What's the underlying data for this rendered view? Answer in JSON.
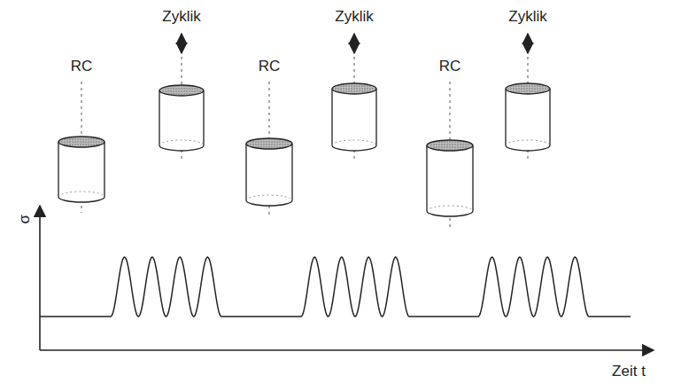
{
  "diagram": {
    "labels": [
      "Zyklik",
      "Zyklik",
      "Zyklik",
      "RC",
      "RC",
      "RC",
      "σ",
      "Zeit t"
    ]
  }
}
